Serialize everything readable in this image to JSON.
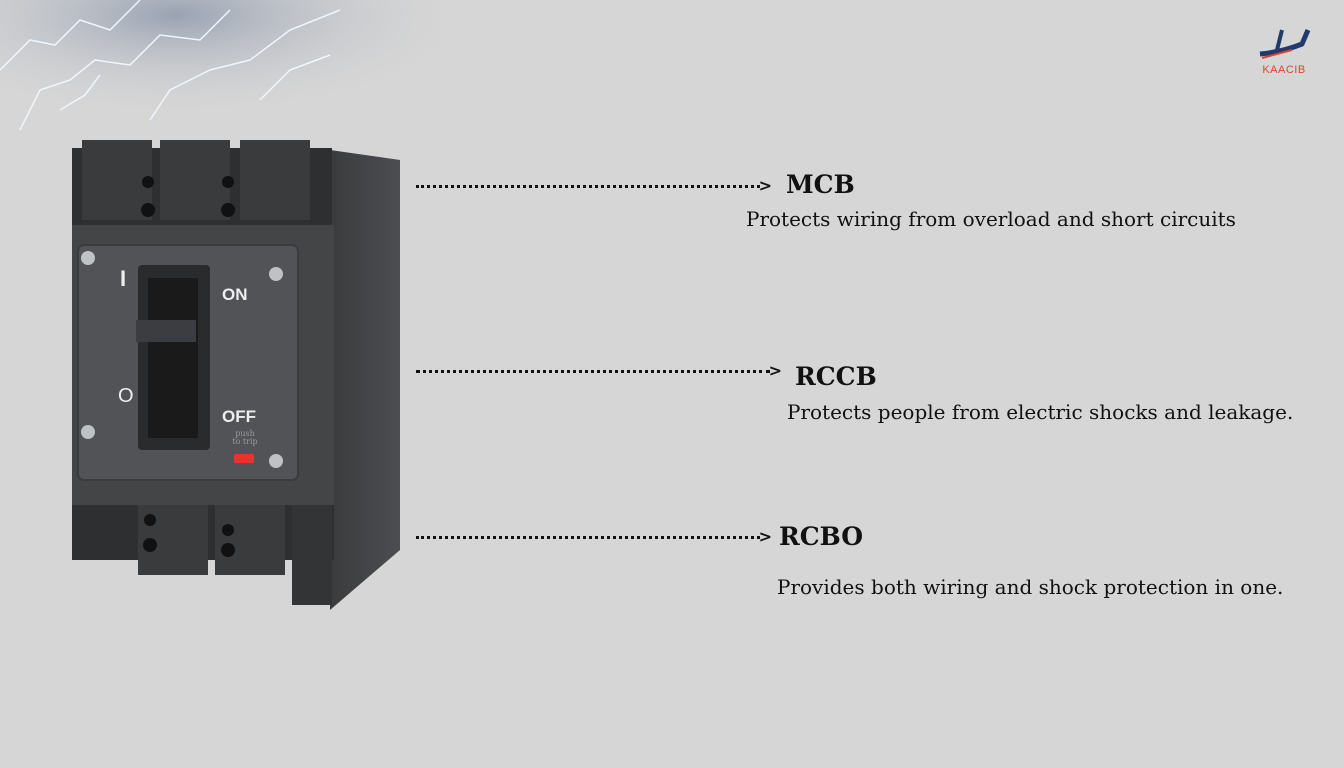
{
  "logo": {
    "text": "KAACIB"
  },
  "breaker": {
    "on_label": "ON",
    "off_label": "OFF",
    "on_symbol": "I",
    "off_symbol": "O",
    "trip_label": "push to trip"
  },
  "items": [
    {
      "title": "MCB",
      "description": "Protects wiring from overload and short circuits"
    },
    {
      "title": "RCCB",
      "description": "Protects people from electric shocks and leakage."
    },
    {
      "title": "RCBO",
      "description": "Provides both wiring and shock protection in one."
    }
  ],
  "colors": {
    "background": "#d6d6d6",
    "logo_accent": "#e0452a",
    "trip_button": "#e8322c"
  }
}
